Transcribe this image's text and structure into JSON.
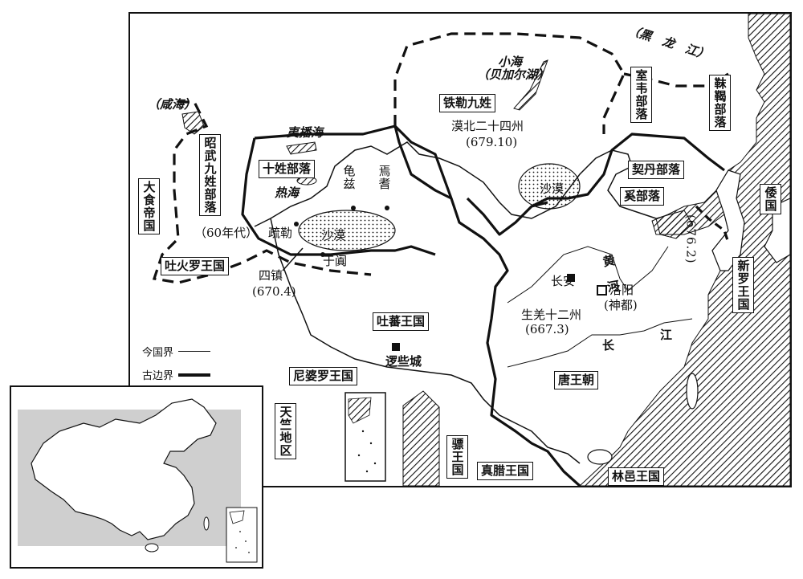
{
  "labels": {
    "xianhai": "（咸海）",
    "dashi": "大食帝国",
    "zhaowu": "昭武九姓部落",
    "sixties": "（60年代）",
    "tuhuoluo": "吐火罗王国",
    "yibohai": "夷播海",
    "shixing": "十姓部落",
    "rehai": "热海",
    "qiuci": "龟兹",
    "yanqi": "焉耆",
    "shule": "疏勒",
    "shamo_w": "沙漠",
    "yutian": "于阗",
    "sizhen": "四镇",
    "sizhen_date": "(670.4)",
    "xiaohai": "小海",
    "baikal": "（贝加尔湖）",
    "tiele": "铁勒九姓",
    "mobei": "漠北二十四州",
    "mobei_date": "(679.10)",
    "shamo_e": "沙漠",
    "heilong": "（黑　龙　江）",
    "shiwei": "室韦部落",
    "mohe": "靺鞨部落",
    "qidan": "契丹部落",
    "xi": "奚部落",
    "wa": "倭国",
    "korea_date": "(676.2)",
    "xinluo": "新罗王国",
    "huanghe": "黄　河",
    "changan": "长安",
    "luoyang": "洛阳",
    "shendu": "(神都)",
    "shengqiang": "生羌十二州",
    "shengqiang_date": "(667.3)",
    "tubo": "吐蕃王国",
    "luoxie": "逻些城",
    "changjiang_chang": "长",
    "changjiang_jiang": "江",
    "tang": "唐王朝",
    "nipoluo": "尼婆罗王国",
    "tianzhu": "天竺地区",
    "piao": "骠王国",
    "zhenla": "真腊王国",
    "linyi": "林邑王国"
  },
  "legend": {
    "modern": "今国界",
    "ancient": "古边界"
  }
}
